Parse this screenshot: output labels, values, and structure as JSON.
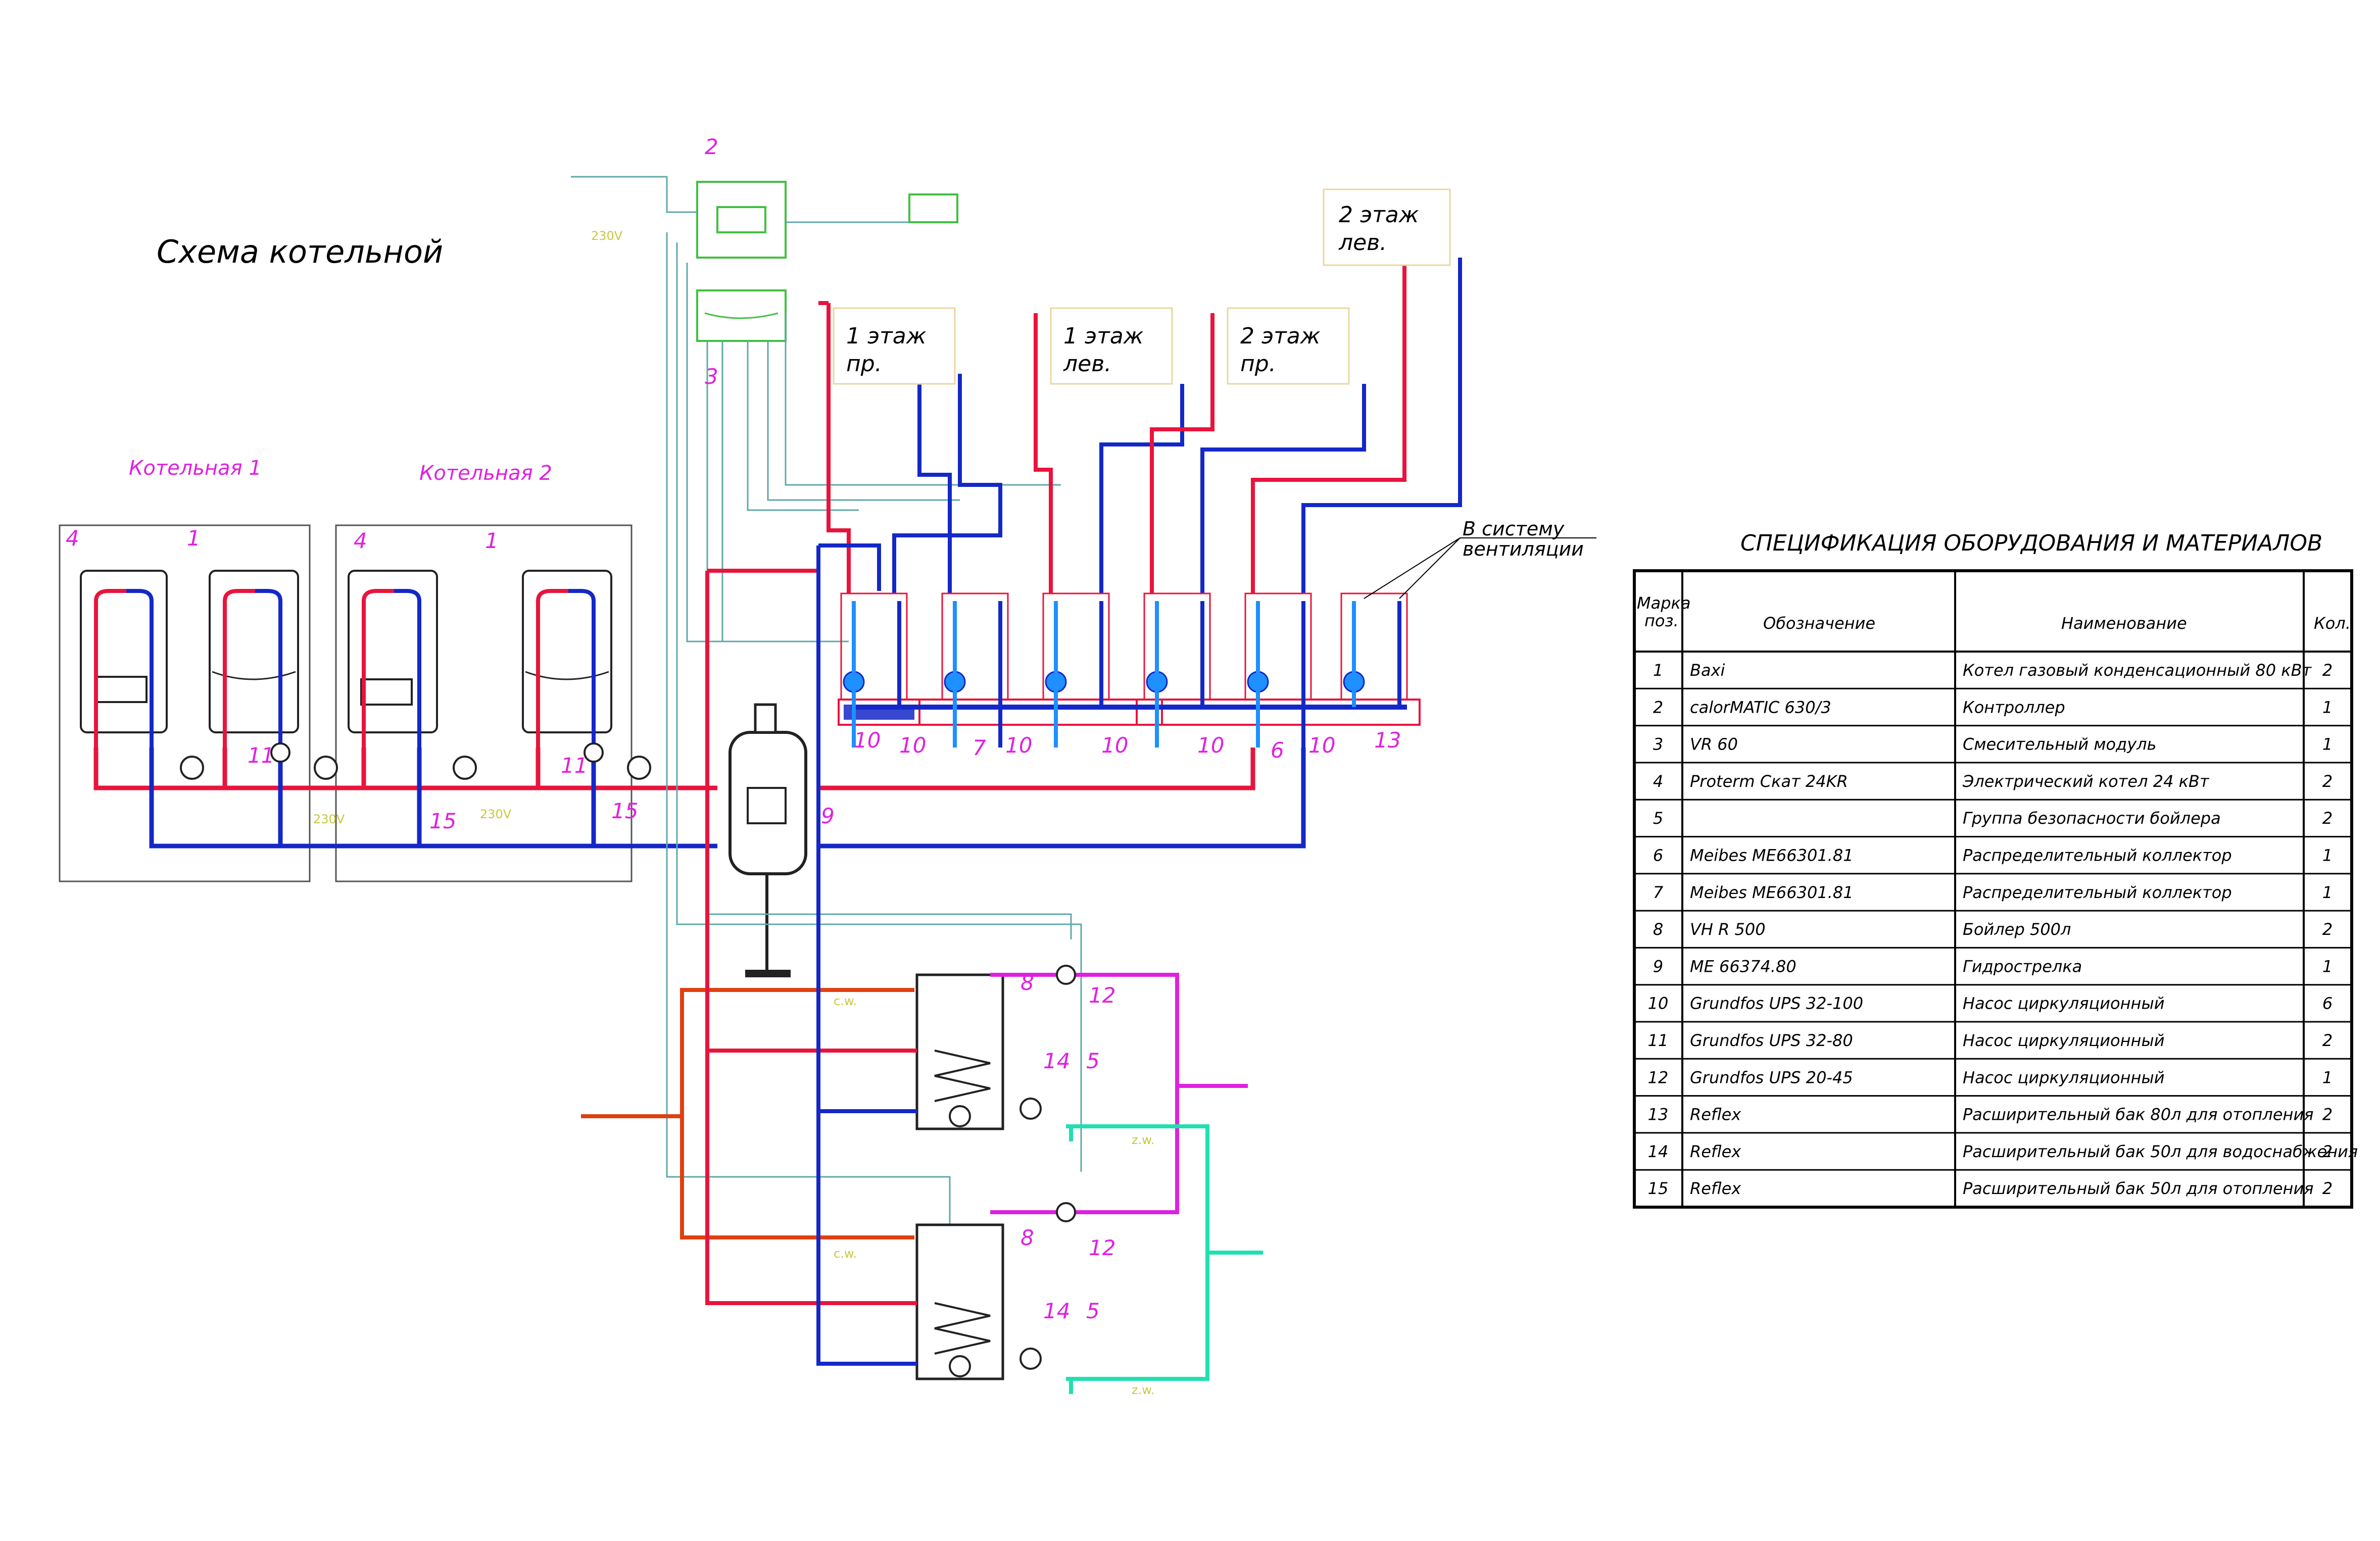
{
  "title": "Схема котельной",
  "rooms": [
    {
      "label": "Котельная 1"
    },
    {
      "label": "Котельная 2"
    }
  ],
  "floor_boxes": [
    {
      "line1": "1  этаж",
      "line2": "пр."
    },
    {
      "line1": "1  этаж",
      "line2": "лев."
    },
    {
      "line1": "2  этаж",
      "line2": "пр."
    },
    {
      "line1": "2  этаж",
      "line2": "лев."
    }
  ],
  "ventilation_note": {
    "line1": "В  систему",
    "line2": "вентиляции"
  },
  "voltage_label": "230V",
  "cw_label": "c.w.",
  "zw_label": "z.w.",
  "marks": [
    "1",
    "2",
    "3",
    "4",
    "5",
    "6",
    "7",
    "8",
    "9",
    "10",
    "11",
    "12",
    "13",
    "14",
    "15"
  ],
  "spec": {
    "title": "СПЕЦИФИКАЦИЯ   ОБОРУДОВАНИЯ   И   МАТЕРИАЛОВ",
    "headers": {
      "mark": "Марка поз.",
      "mark1": "Марка",
      "mark2": "поз.",
      "designation": "Обозначение",
      "name": "Наименование",
      "qty": "Кол."
    },
    "rows": [
      {
        "mark": "1",
        "designation": "Baxi",
        "name": "Котел газовый конденсационный 80 кВт",
        "qty": "2"
      },
      {
        "mark": "2",
        "designation": "calorMATIC 630/3",
        "name": "Контроллер",
        "qty": "1"
      },
      {
        "mark": "3",
        "designation": "VR 60",
        "name": "Смесительный модуль",
        "qty": "1"
      },
      {
        "mark": "4",
        "designation": "Proterm Скат 24KR",
        "name": "Электрический котел 24 кВт",
        "qty": "2"
      },
      {
        "mark": "5",
        "designation": "",
        "name": "Группа безопасности бойлера",
        "qty": "2"
      },
      {
        "mark": "6",
        "designation": "Meibes ME66301.81",
        "name": "Распределительный коллектор",
        "qty": "1"
      },
      {
        "mark": "7",
        "designation": "Meibes ME66301.81",
        "name": "Распределительный коллектор",
        "qty": "1"
      },
      {
        "mark": "8",
        "designation": "VH R 500",
        "name": "Бойлер 500л",
        "qty": "2"
      },
      {
        "mark": "9",
        "designation": "ME 66374.80",
        "name": "Гидрострелка",
        "qty": "1"
      },
      {
        "mark": "10",
        "designation": "Grundfos UPS 32-100",
        "name": "Насос циркуляционный",
        "qty": "6"
      },
      {
        "mark": "11",
        "designation": "Grundfos UPS 32-80",
        "name": "Насос циркуляционный",
        "qty": "2"
      },
      {
        "mark": "12",
        "designation": "Grundfos UPS 20-45",
        "name": "Насос циркуляционный",
        "qty": "1"
      },
      {
        "mark": "13",
        "designation": "Reflex",
        "name": "Расширительный бак 80л для отопления",
        "qty": "2"
      },
      {
        "mark": "14",
        "designation": "Reflex",
        "name": "Расширительный бак 50л для водоснабжения",
        "qty": "2"
      },
      {
        "mark": "15",
        "designation": "Reflex",
        "name": "Расширительный бак 50л для отопления",
        "qty": "2"
      }
    ]
  },
  "colors": {
    "supply": "#e8143c",
    "return": "#1428c8",
    "hot_water": "#e020e0",
    "cold_water_feed": "#e04010",
    "circulation": "#20e0b0",
    "control": "#60a8a8",
    "equipment": "#40c040",
    "labels": "#e020e0"
  }
}
